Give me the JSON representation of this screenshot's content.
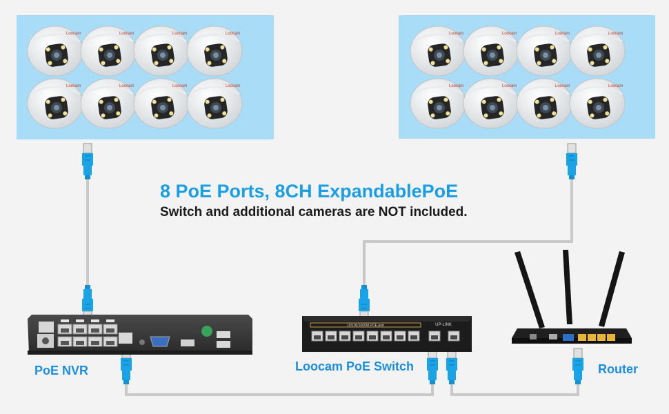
{
  "headline": "8 PoE Ports, 8CH ExpandablePoE",
  "subline": "Switch and additional cameras are NOT included.",
  "labels": {
    "nvr": "PoE NVR",
    "switch": "Loocam PoE Switch",
    "router": "Router"
  },
  "camera_groups": [
    {
      "name": "left",
      "count": 8
    },
    {
      "name": "right",
      "count": 8
    }
  ],
  "switch_panel": {
    "port_text": "10/100/1000M POE port",
    "uplink_text": "UP-LINK"
  },
  "camera_brand": "Loocam",
  "colors": {
    "background": "#f3f3f3",
    "camera_panel": "#a9dcf6",
    "headline": "#1a9fe6",
    "label": "#1a8ee0",
    "connector": "#1ba3e8"
  }
}
